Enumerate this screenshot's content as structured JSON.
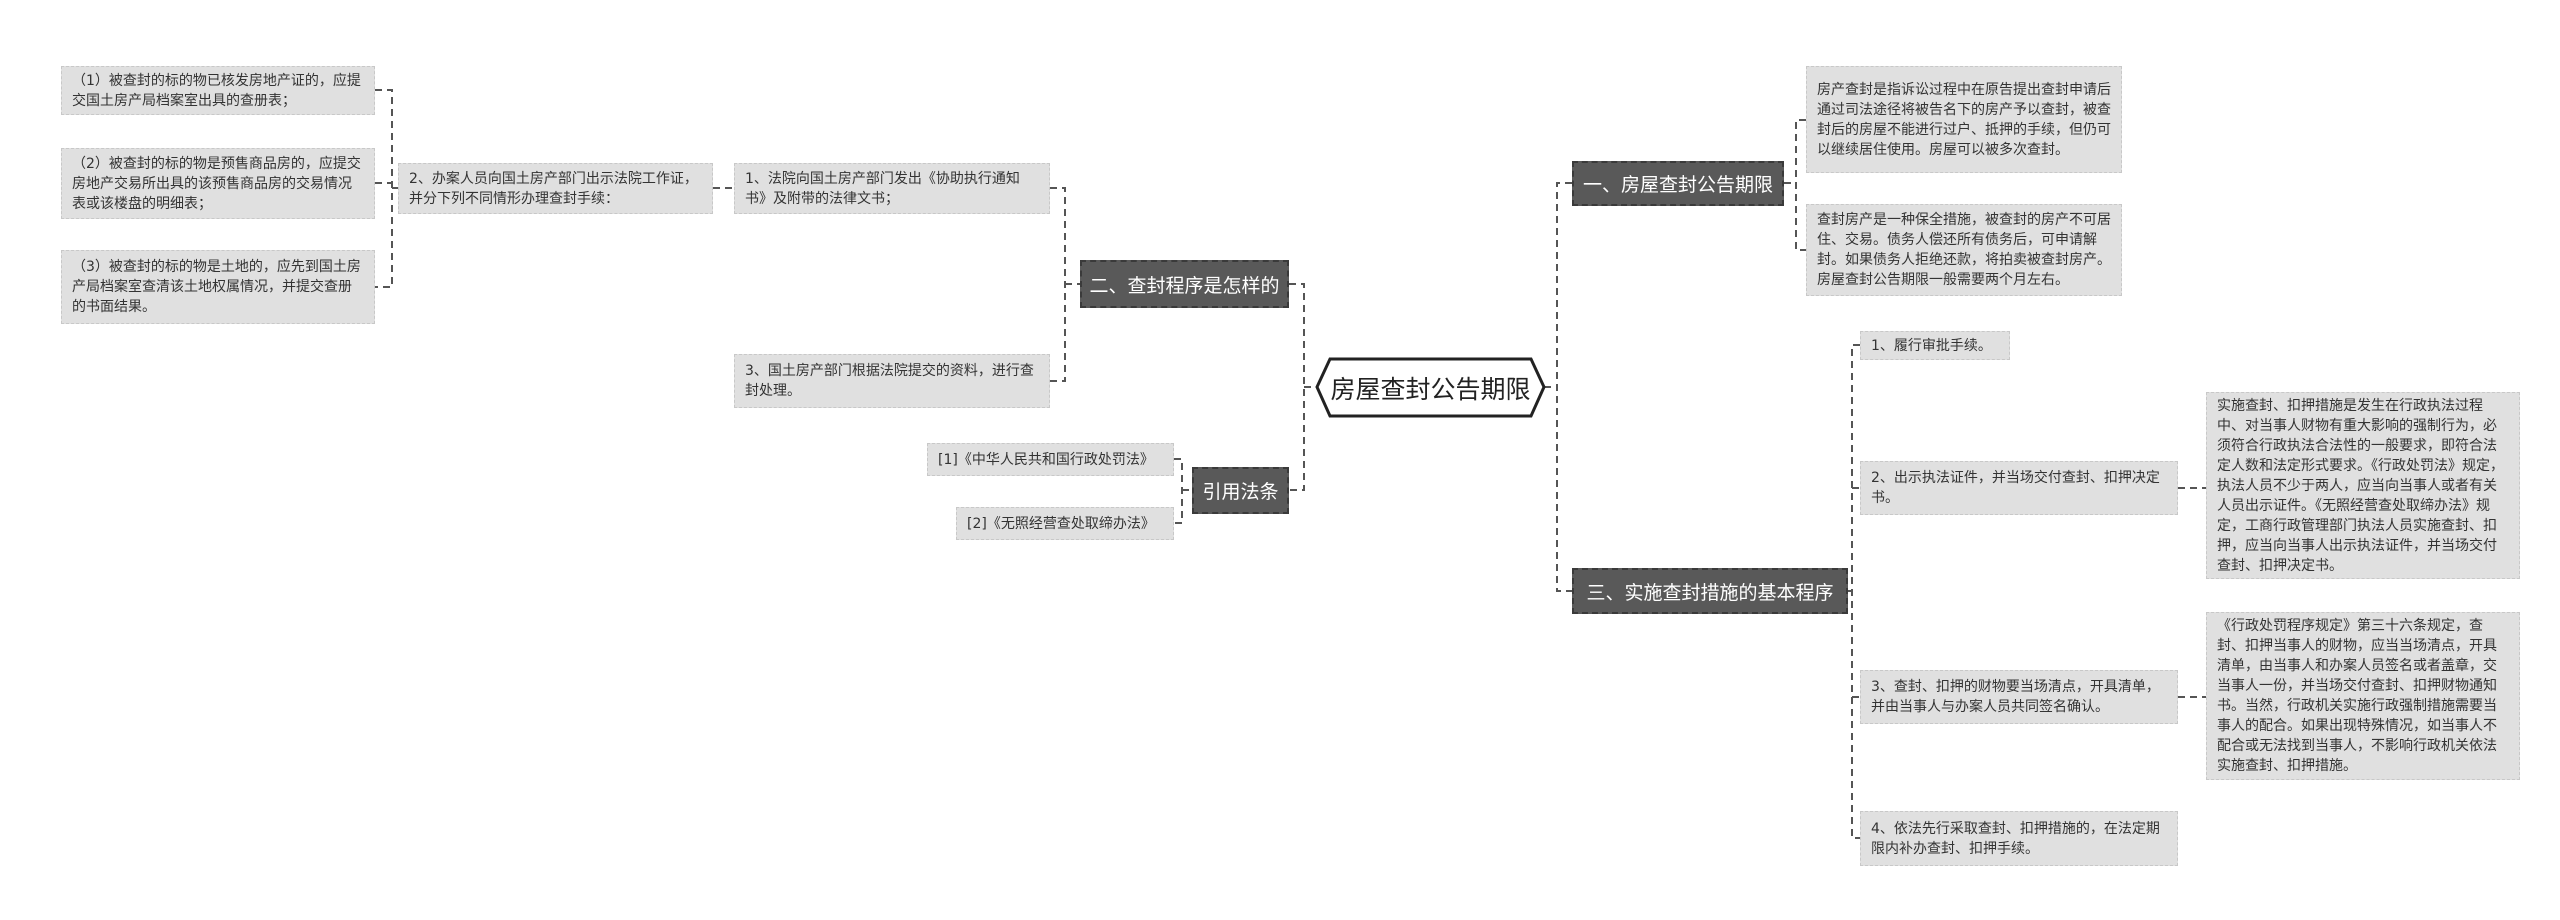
{
  "root": {
    "label": "房屋查封公告期限"
  },
  "branch_procedure": {
    "label": "二、查封程序是怎样的",
    "step1": "1、法院向国土房产部门发出《协助执行通知书》及附带的法律文书；",
    "step2": "2、办案人员向国土房产部门出示法院工作证，并分下列不同情形办理查封手续：",
    "step2_cases": [
      "（1）被查封的标的物已核发房地产证的，应提交国土房产局档案室出具的查册表；",
      "（2）被查封的标的物是预售商品房的，应提交房地产交易所出具的该预售商品房的交易情况表或该楼盘的明细表；",
      "（3）被查封的标的物是土地的，应先到国土房产局档案室查清该土地权属情况，并提交查册的书面结果。"
    ],
    "step3": "3、国土房产部门根据法院提交的资料，进行查封处理。"
  },
  "branch_laws": {
    "label": "引用法条",
    "items": [
      "[1]《中华人民共和国行政处罚法》",
      "[2]《无照经营查处取缔办法》"
    ]
  },
  "branch_period": {
    "label": "一、房屋查封公告期限",
    "items": [
      "房产查封是指诉讼过程中在原告提出查封申请后通过司法途径将被告名下的房产予以查封，被查封后的房屋不能进行过户、抵押的手续，但仍可以继续居住使用。房屋可以被多次查封。",
      "查封房产是一种保全措施，被查封的房产不可居住、交易。债务人偿还所有债务后，可申请解封。如果债务人拒绝还款，将拍卖被查封房产。房屋查封公告期限一般需要两个月左右。"
    ]
  },
  "branch_measures": {
    "label": "三、实施查封措施的基本程序",
    "items": [
      "1、履行审批手续。",
      "2、出示执法证件，并当场交付查封、扣押决定书。",
      "3、查封、扣押的财物要当场清点，开具清单，并由当事人与办案人员共同签名确认。",
      "4、依法先行采取查封、扣押措施的，在法定期限内补办查封、扣押手续。"
    ],
    "detail_2": "实施查封、扣押措施是发生在行政执法过程中、对当事人财物有重大影响的强制行为，必须符合行政执法合法性的一般要求，即符合法定人数和法定形式要求。《行政处罚法》规定，执法人员不少于两人，应当向当事人或者有关人员出示证件。《无照经营查处取缔办法》规定，工商行政管理部门执法人员实施查封、扣押，应当向当事人出示执法证件，并当场交付查封、扣押决定书。",
    "detail_3": "《行政处罚程序规定》第三十六条规定，查封、扣押当事人的财物，应当当场清点，开具清单，由当事人和办案人员签名或者盖章，交当事人一份，并当场交付查封、扣押财物通知书。当然，行政机关实施行政强制措施需要当事人的配合。如果出现特殊情况，如当事人不配合或无法找到当事人，不影响行政机关依法实施查封、扣押措施。"
  },
  "colors": {
    "node_dark": "#595959",
    "node_light": "#e0e0e0",
    "line": "#555555"
  }
}
